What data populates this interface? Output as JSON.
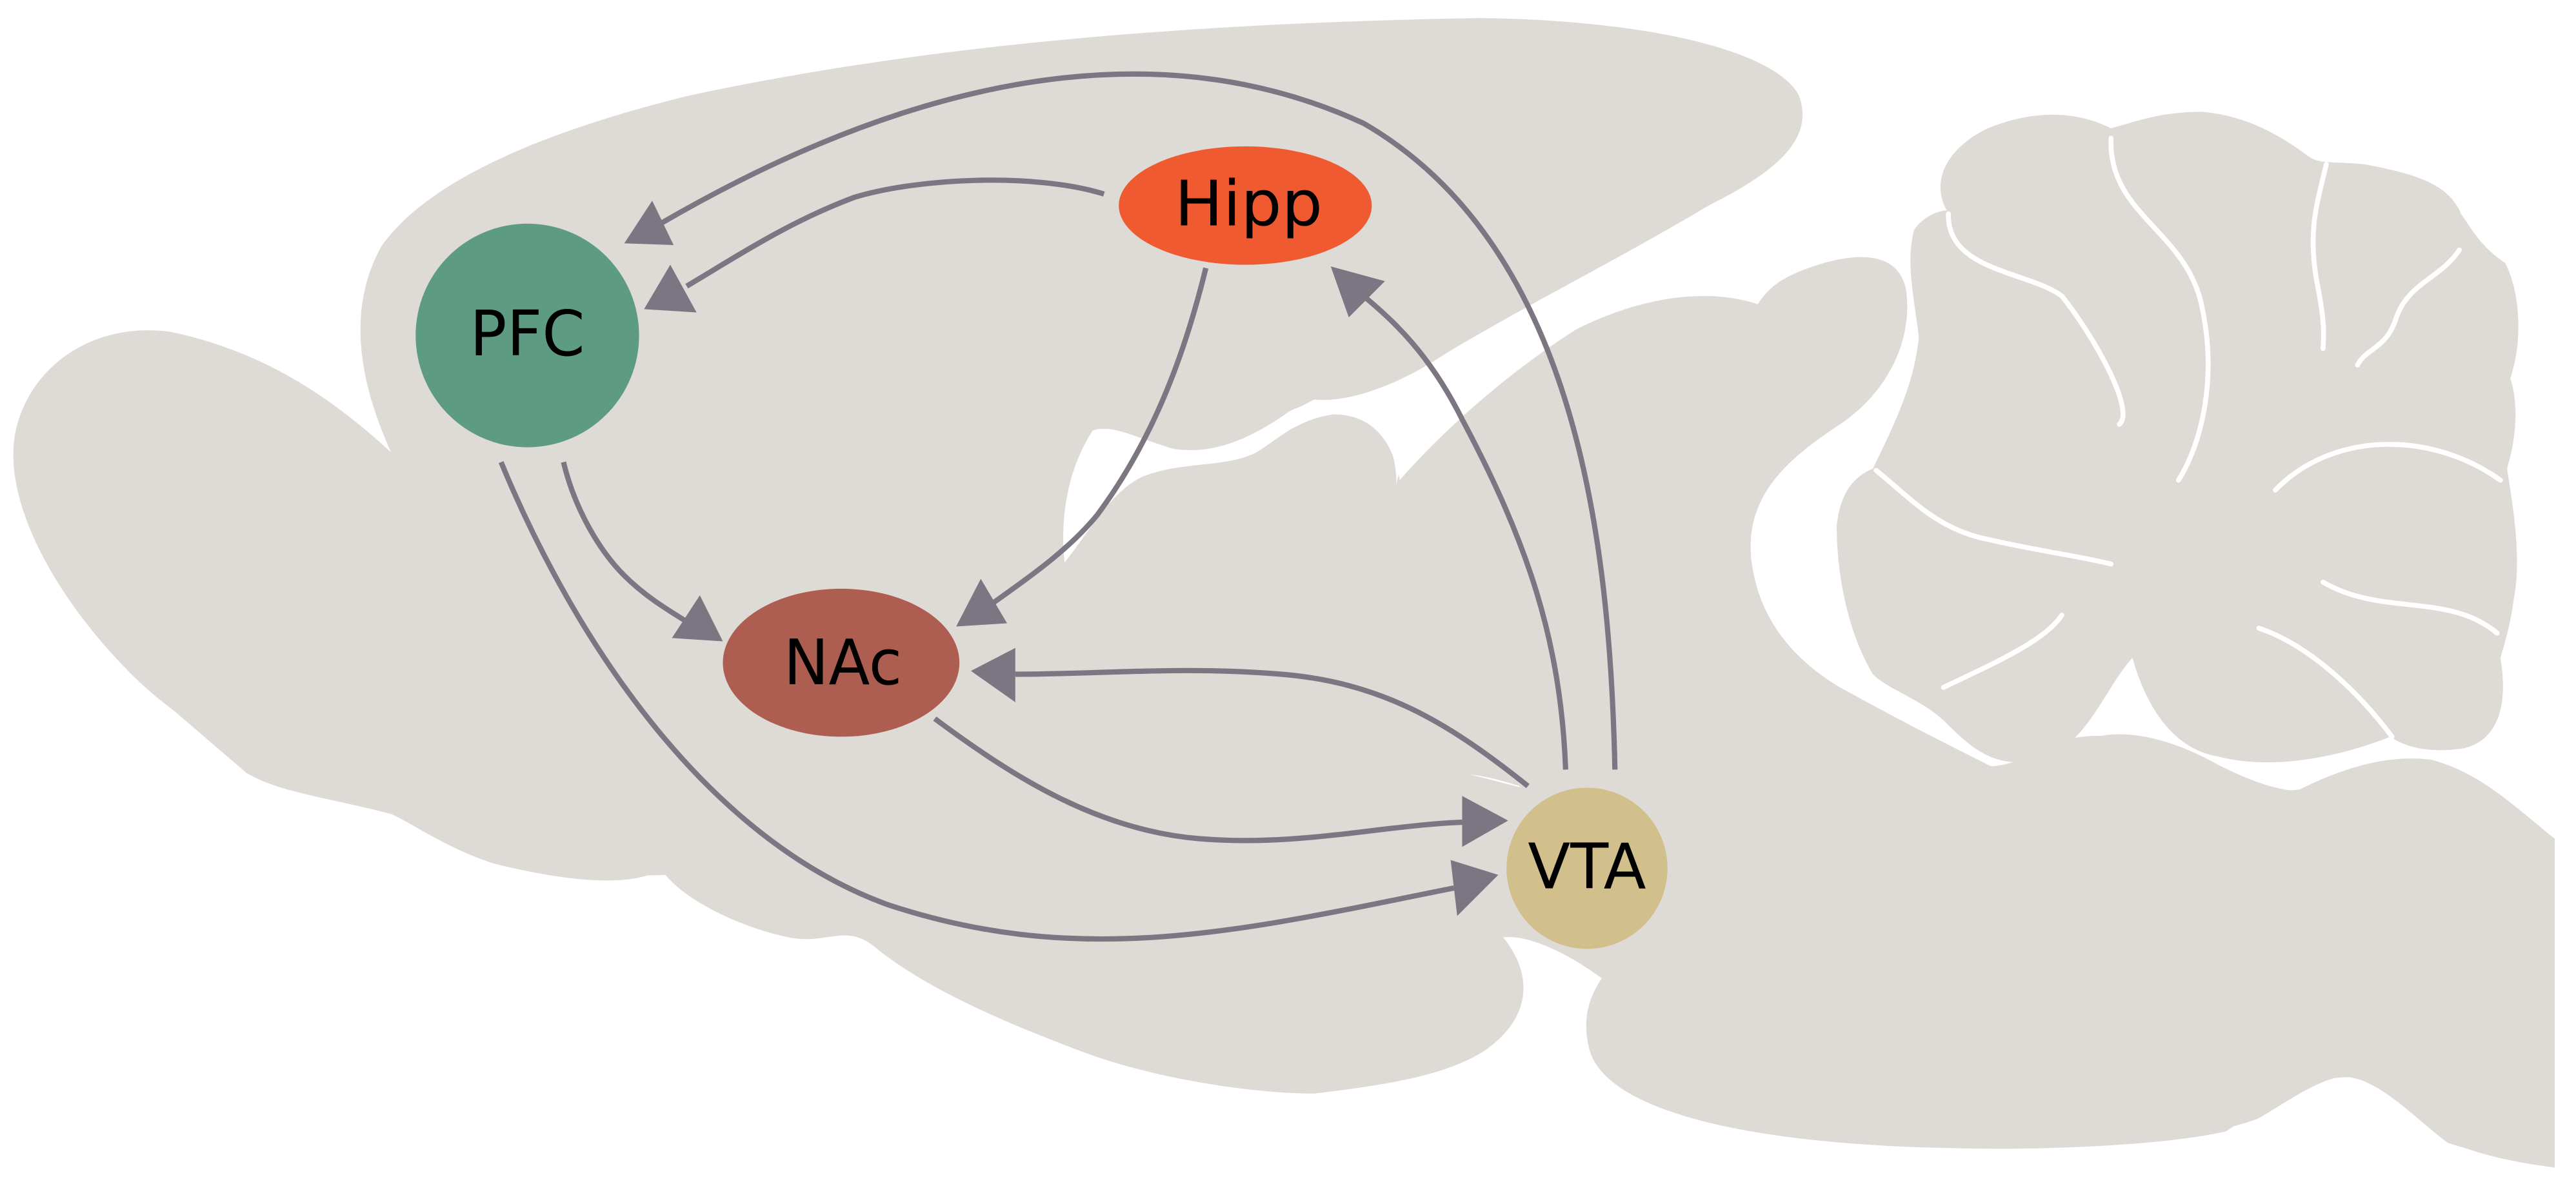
{
  "diagram": {
    "type": "brain-circuit",
    "background_shape": "sagittal-rodent-brain",
    "colors": {
      "brain": "#DEDBD6",
      "arrow": "#7B7681",
      "sulcus": "#FFFFFF"
    },
    "nodes": [
      {
        "id": "pfc",
        "label": "PFC",
        "color": "#5E9B83"
      },
      {
        "id": "hipp",
        "label": "Hipp",
        "color": "#EF5A30"
      },
      {
        "id": "nac",
        "label": "NAc",
        "color": "#AD5E50"
      },
      {
        "id": "vta",
        "label": "VTA",
        "color": "#D1BF8C"
      }
    ],
    "edges": [
      {
        "from": "VTA",
        "to": "PFC"
      },
      {
        "from": "Hipp",
        "to": "PFC"
      },
      {
        "from": "Hipp",
        "to": "NAc"
      },
      {
        "from": "VTA",
        "to": "Hipp"
      },
      {
        "from": "VTA",
        "to": "NAc"
      },
      {
        "from": "PFC",
        "to": "NAc"
      },
      {
        "from": "NAc",
        "to": "VTA"
      },
      {
        "from": "PFC",
        "to": "VTA"
      }
    ]
  }
}
